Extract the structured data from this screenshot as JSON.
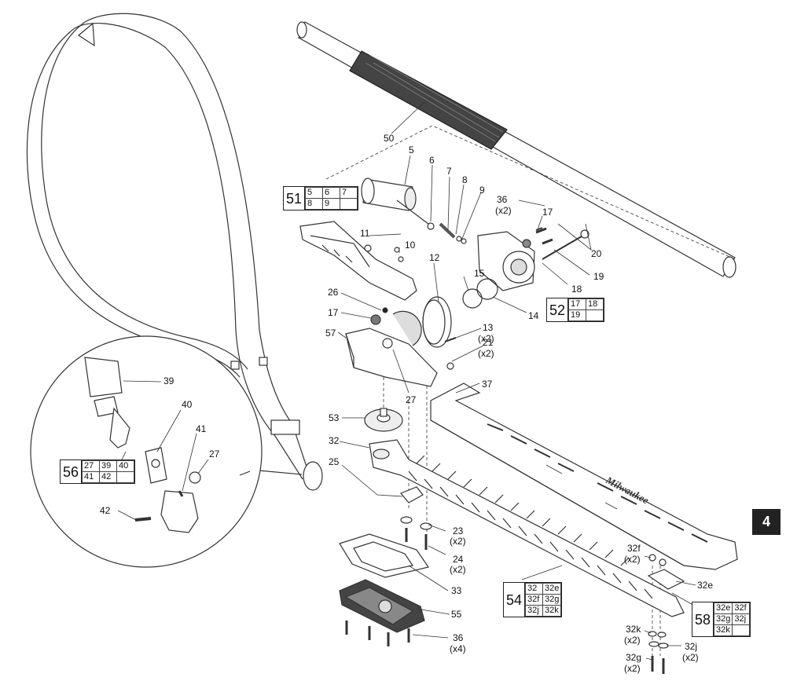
{
  "page_number": "4",
  "callouts": {
    "c50": "50",
    "c5": "5",
    "c6": "6",
    "c7": "7",
    "c8": "8",
    "c9": "9",
    "c36a": "36",
    "c36a_qty": "(x2)",
    "c17a": "17",
    "c20": "20",
    "c11": "11",
    "c10": "10",
    "c12": "12",
    "c15": "15",
    "c18": "18",
    "c19": "19",
    "c14": "14",
    "c26": "26",
    "c17b": "17",
    "c13": "13",
    "c13_qty": "(x2)",
    "c21": "21",
    "c21_qty": "(x2)",
    "c57": "57",
    "c27a": "27",
    "c37": "37",
    "c53": "53",
    "c32": "32",
    "c25": "25",
    "c23": "23",
    "c23_qty": "(x2)",
    "c24": "24",
    "c24_qty": "(x2)",
    "c33": "33",
    "c55": "55",
    "c36b": "36",
    "c36b_qty": "(x4)",
    "c39": "39",
    "c40": "40",
    "c41": "41",
    "c27b": "27",
    "c42": "42",
    "c32f": "32f",
    "c32f_qty": "(x2)",
    "c32e": "32e",
    "c32k": "32k",
    "c32k_qty": "(x2)",
    "c32j": "32j",
    "c32j_qty": "(x2)",
    "c32g": "32g",
    "c32g_qty": "(x2)"
  },
  "groups": {
    "g51": {
      "num": "51",
      "rows": [
        [
          "5",
          "6",
          "7"
        ],
        [
          "8",
          "9",
          ""
        ]
      ]
    },
    "g52": {
      "num": "52",
      "rows": [
        [
          "17",
          "18"
        ],
        [
          "19",
          ""
        ]
      ]
    },
    "g56": {
      "num": "56",
      "rows": [
        [
          "27",
          "39",
          "40"
        ],
        [
          "41",
          "42",
          ""
        ]
      ]
    },
    "g54": {
      "num": "54",
      "rows": [
        [
          "32",
          "32e"
        ],
        [
          "32f",
          "32g"
        ],
        [
          "32j",
          "32k"
        ]
      ]
    },
    "g58": {
      "num": "58",
      "rows": [
        [
          "32e",
          "32f"
        ],
        [
          "32g",
          "32j"
        ],
        [
          "32k",
          ""
        ]
      ]
    }
  },
  "logo_text": "Milwaukee"
}
